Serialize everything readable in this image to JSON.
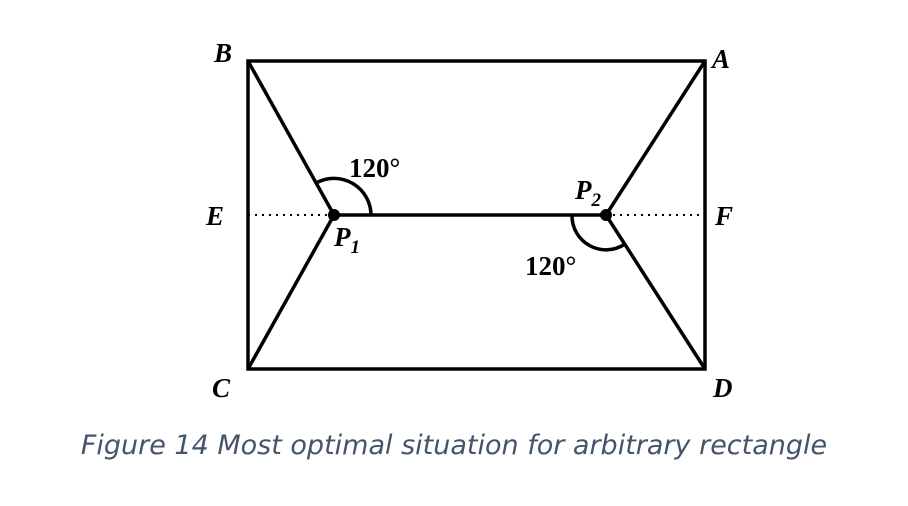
{
  "points": {
    "A": "A",
    "B": "B",
    "C": "C",
    "D": "D",
    "E": "E",
    "F": "F",
    "P1_letter": "P",
    "P1_sub": "1",
    "P2_letter": "P",
    "P2_sub": "2"
  },
  "angles": {
    "top_left": "120°",
    "bottom_right": "120°"
  },
  "caption": "Figure 14 Most optimal situation for arbitrary rectangle",
  "colors": {
    "line": "#000000",
    "caption": "#44546a"
  }
}
